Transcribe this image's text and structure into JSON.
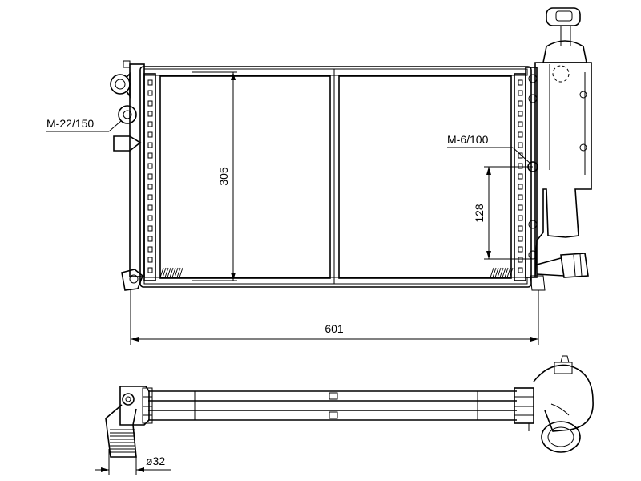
{
  "labels": {
    "thread_left": "M-22/150",
    "thread_right": "M-6/100",
    "height": "305",
    "bracket_spacing": "128",
    "width": "601",
    "pipe_diameter": "ø32"
  }
}
